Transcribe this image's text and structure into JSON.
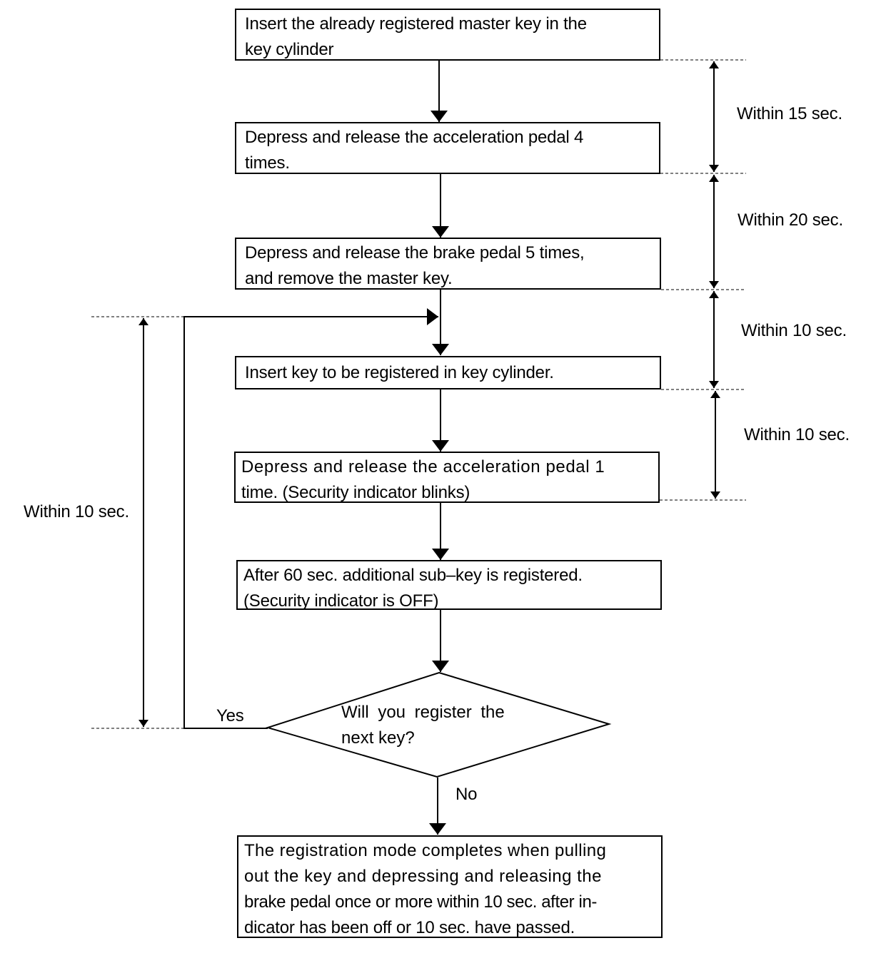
{
  "steps": [
    {
      "lines": [
        "Insert the already registered master key in the",
        "key cylinder"
      ]
    },
    {
      "lines": [
        "Depress and release the acceleration pedal 4",
        "times."
      ]
    },
    {
      "lines": [
        "Depress and release the brake pedal 5 times,",
        "and remove the master key."
      ]
    },
    {
      "lines": [
        "Insert key to be registered in key cylinder."
      ]
    },
    {
      "lines": [
        "Depress and release the acceleration pedal 1",
        "time. (Security indicator blinks)"
      ]
    },
    {
      "lines": [
        "After 60 sec. additional sub–key is registered.",
        "(Security indicator is OFF)"
      ]
    }
  ],
  "decision": {
    "lines": [
      "Will you register the",
      "next key?"
    ]
  },
  "branches": {
    "yes": "Yes",
    "no": "No"
  },
  "final_step": {
    "lines": [
      "The registration mode completes when pulling",
      "out the key and depressing and releasing the",
      "brake pedal once or more within 10 sec. after in-",
      "dicator has been off or 10 sec. have passed."
    ]
  },
  "timings": {
    "t1": "Within 15 sec.",
    "t2": "Within 20 sec.",
    "t3": "Within 10 sec.",
    "t4": "Within 10 sec.",
    "loop": "Within 10 sec."
  }
}
